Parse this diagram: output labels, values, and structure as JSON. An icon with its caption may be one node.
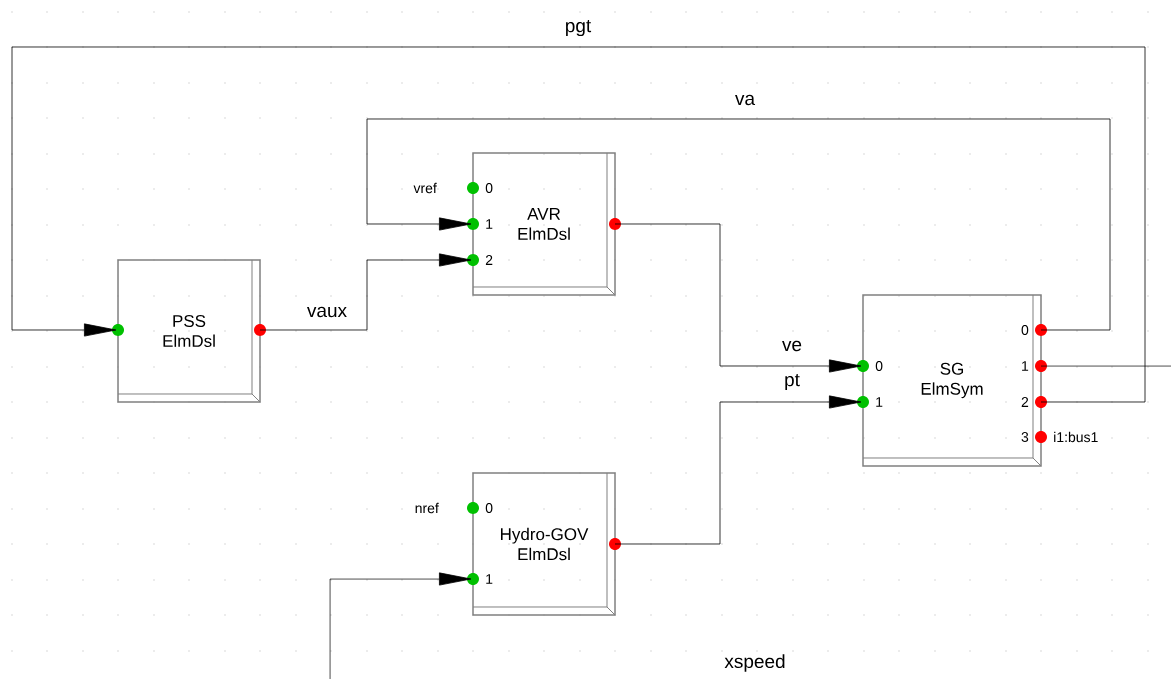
{
  "diagram": {
    "nodes": [
      {
        "text": [
          "PSS",
          "ElmDsl"
        ]
      },
      {
        "text": [
          "AVR",
          "ElmDsl"
        ]
      },
      {
        "text": [
          "SG",
          "ElmSym"
        ]
      },
      {
        "text": [
          "Hydro-GOV",
          "ElmDsl"
        ]
      }
    ],
    "edges": [
      {
        "from": 2,
        "to": 0,
        "arrow": "to",
        "label": "pgt"
      },
      {
        "from": 2,
        "to": 1,
        "arrow": "to",
        "label": "va"
      },
      {
        "from": 0,
        "to": 1,
        "arrow": "to",
        "label": "vaux"
      },
      {
        "from": 1,
        "to": 2,
        "arrow": "to",
        "label": "ve"
      },
      {
        "from": 3,
        "to": 2,
        "arrow": "to",
        "label": "pt"
      },
      {
        "from": 2,
        "to": null,
        "arrow": "none"
      },
      {
        "from": null,
        "to": 3,
        "arrow": "to"
      }
    ],
    "labels": [
      "vref",
      "0",
      "1",
      "2",
      "0",
      "1",
      "2",
      "3",
      "i1:bus1",
      "0",
      "1",
      "nref",
      "0",
      "1",
      "xspeed"
    ]
  }
}
